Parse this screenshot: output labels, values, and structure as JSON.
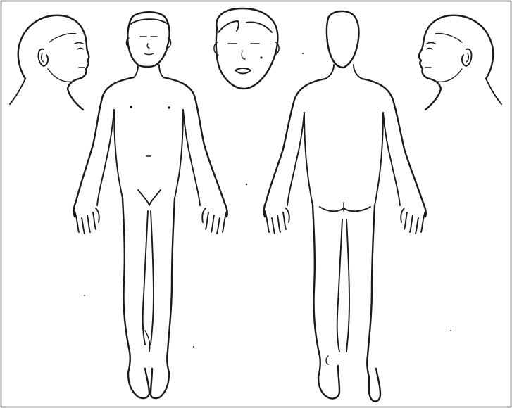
{
  "figure": {
    "kind": "body-diagram",
    "background": "#ffffff",
    "ink_color": "#1a1a1a",
    "frame_color": "#9a9a9a",
    "views": [
      "head-left-profile",
      "body-anterior",
      "face-frontal",
      "body-posterior",
      "head-right-profile"
    ]
  }
}
